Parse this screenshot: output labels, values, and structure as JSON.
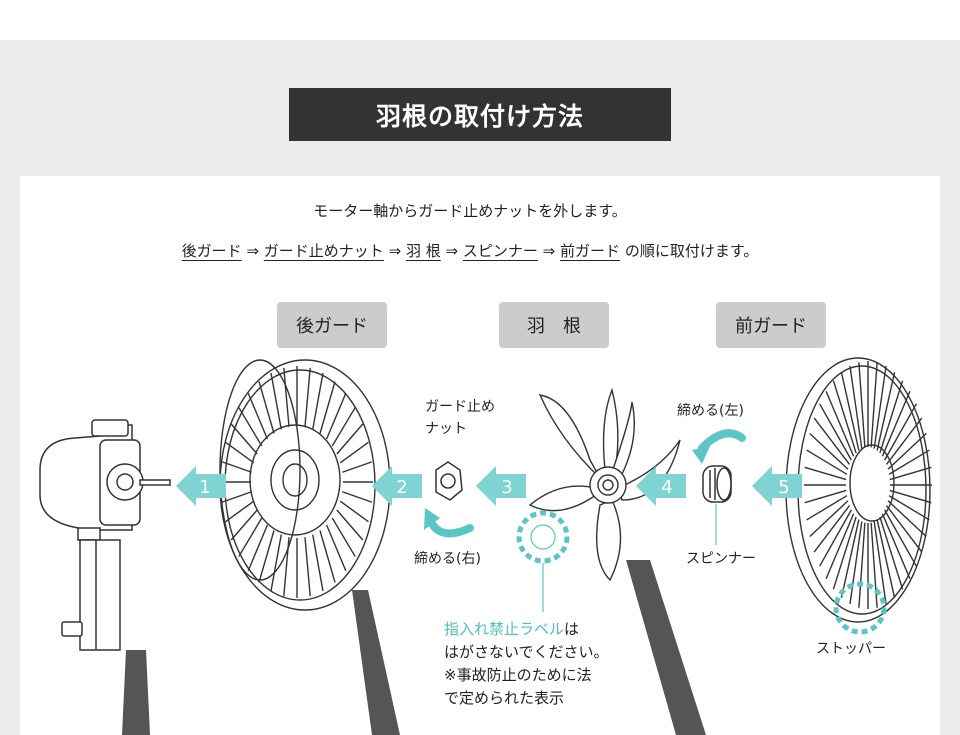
{
  "title": "羽根の取付け方法",
  "intro": "モーター軸からガード止めナットを外します。",
  "order": {
    "items": [
      "後ガード",
      "ガード止めナット",
      "羽 根",
      "スピンナー",
      "前ガード"
    ],
    "arrow": "⇒",
    "suffix": "の順に取付けます。"
  },
  "tags": {
    "rear_guard": "後ガード",
    "blade": "羽　根",
    "front_guard": "前ガード"
  },
  "labels": {
    "nut_line1": "ガード止め",
    "nut_line2": "ナット",
    "tighten_right": "締める(右)",
    "tighten_left": "締める(左)",
    "spinner": "スピンナー",
    "stopper": "ストッパー"
  },
  "steps": [
    "1",
    "2",
    "3",
    "4",
    "5"
  ],
  "warning": {
    "highlight": "指入れ禁止ラベル",
    "line1_rest": "は",
    "line2": "はがさないでください。",
    "line3": "※事故防止のために法",
    "line4": "で定められた表示"
  },
  "colors": {
    "accent": "#5cc6c6",
    "title_bg": "#333333",
    "band": "#ebebeb",
    "tag_bg": "#cccccc",
    "line": "#333333"
  }
}
